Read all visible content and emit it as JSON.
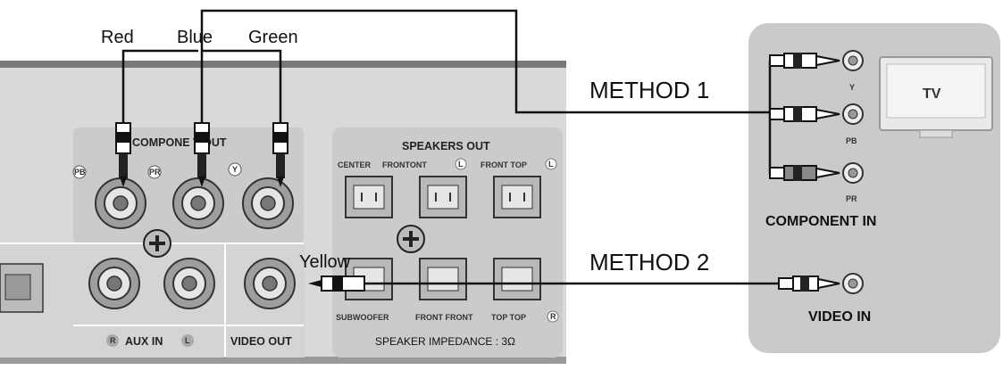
{
  "cable_labels": {
    "red": "Red",
    "blue": "Blue",
    "green": "Green",
    "yellow": "Yellow"
  },
  "methods": {
    "method1": "METHOD 1",
    "method2": "METHOD 2"
  },
  "receiver": {
    "component_out": "COMPONE  T OUT",
    "jack_pb": "PB",
    "jack_pr": "PR",
    "jack_y": "Y",
    "aux_in": "AUX IN",
    "aux_r": "R",
    "aux_l": "L",
    "video_out": "VIDEO OUT",
    "speakers_out": "SPEAKERS OUT",
    "center": "CENTER",
    "front_1": "FRONTONT",
    "front_l_badge": "L",
    "front_top": "FRONT TOP",
    "front_top_badge": "L",
    "subwoofer": "SUBWOOFER",
    "front_front": "FRONT FRONT",
    "top_top": "TOP TOP",
    "r_badge": "R",
    "impedance": "SPEAKER IMPEDANCE : 3Ω"
  },
  "tv": {
    "tv_label": "TV",
    "jack_y": "Y",
    "jack_pb": "PB",
    "jack_pr": "PR",
    "component_in": "COMPONENT IN",
    "video_in": "VIDEO IN"
  },
  "colors": {
    "panel": "#d6d6d6",
    "panel_dark": "#c4c4c4",
    "tv_panel": "#c9c9c9",
    "wire": "#111111"
  }
}
